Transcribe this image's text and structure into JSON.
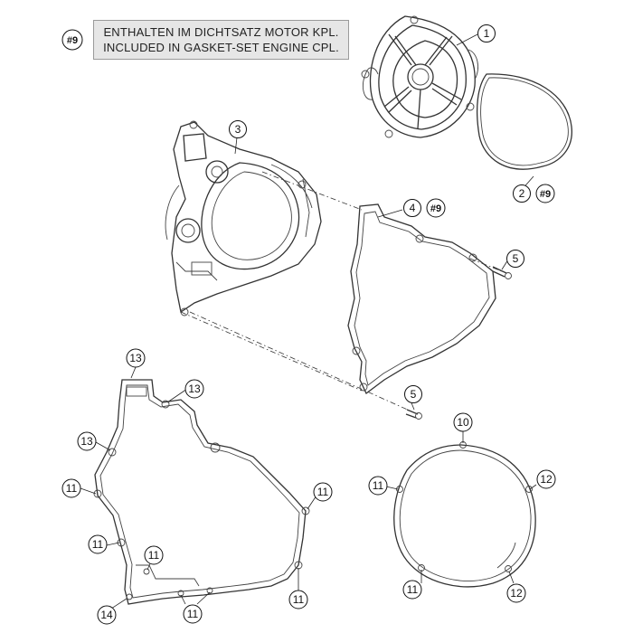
{
  "note": {
    "tag": "#9",
    "line_de": "ENTHALTEN IM DICHTSATZ MOTOR KPL.",
    "line_en": "INCLUDED IN GASKET-SET ENGINE CPL."
  },
  "callouts": [
    {
      "id": "c1",
      "label": "1",
      "suffix": ""
    },
    {
      "id": "c2",
      "label": "2",
      "suffix": "#9"
    },
    {
      "id": "c3",
      "label": "3",
      "suffix": ""
    },
    {
      "id": "c4",
      "label": "4",
      "suffix": "#9"
    },
    {
      "id": "c5a",
      "label": "5",
      "suffix": ""
    },
    {
      "id": "c5b",
      "label": "5",
      "suffix": ""
    },
    {
      "id": "c10",
      "label": "10",
      "suffix": ""
    },
    {
      "id": "c11a",
      "label": "11",
      "suffix": ""
    },
    {
      "id": "c11b",
      "label": "11",
      "suffix": ""
    },
    {
      "id": "c11c",
      "label": "11",
      "suffix": ""
    },
    {
      "id": "c11d",
      "label": "11",
      "suffix": ""
    },
    {
      "id": "c11e",
      "label": "11",
      "suffix": ""
    },
    {
      "id": "c11f",
      "label": "11",
      "suffix": ""
    },
    {
      "id": "c11g",
      "label": "11",
      "suffix": ""
    },
    {
      "id": "c11h",
      "label": "11",
      "suffix": ""
    },
    {
      "id": "c12a",
      "label": "12",
      "suffix": ""
    },
    {
      "id": "c12b",
      "label": "12",
      "suffix": ""
    },
    {
      "id": "c13a",
      "label": "13",
      "suffix": ""
    },
    {
      "id": "c13b",
      "label": "13",
      "suffix": ""
    },
    {
      "id": "c13c",
      "label": "13",
      "suffix": ""
    },
    {
      "id": "c14",
      "label": "14",
      "suffix": ""
    }
  ]
}
